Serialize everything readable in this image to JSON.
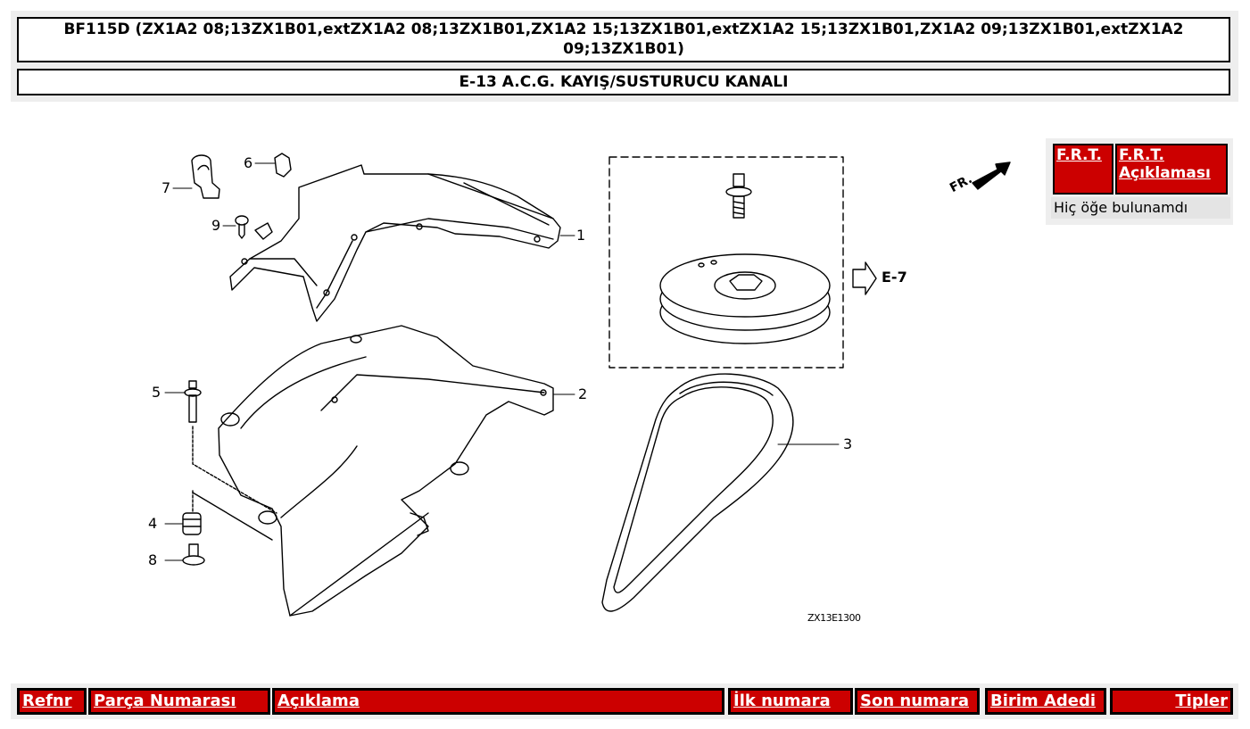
{
  "header": {
    "title": "BF115D (ZX1A2 08;13ZX1B01,extZX1A2 08;13ZX1B01,ZX1A2 15;13ZX1B01,extZX1A2 15;13ZX1B01,ZX1A2 09;13ZX1B01,extZX1A2 09;13ZX1B01)",
    "subtitle": "E-13 A.C.G. KAYIŞ/SUSTURUCU KANALI"
  },
  "diagram": {
    "callouts": [
      "1",
      "2",
      "3",
      "4",
      "5",
      "6",
      "7",
      "8",
      "9"
    ],
    "reference_arrow_label": "E-7",
    "front_indicator_label": "FR.",
    "drawing_code": "ZX13E1300"
  },
  "frt_panel": {
    "col_frt": "F.R.T.",
    "col_description": "F.R.T. Açıklaması",
    "empty_message": "Hiç öğe bulunamdı"
  },
  "parts_table": {
    "columns": [
      {
        "key": "ref",
        "label": "Refnr"
      },
      {
        "key": "part_number",
        "label": "Parça Numarası"
      },
      {
        "key": "description",
        "label": "Açıklama"
      },
      {
        "key": "first_number",
        "label": "İlk numara"
      },
      {
        "key": "last_number",
        "label": "Son numara"
      },
      {
        "key": "unit_qty",
        "label": "Birim Adedi"
      },
      {
        "key": "types",
        "label": "Tipler"
      }
    ]
  },
  "colors": {
    "header_red": "#cc0000",
    "panel_gray": "#eeeeee",
    "border": "#000000"
  }
}
